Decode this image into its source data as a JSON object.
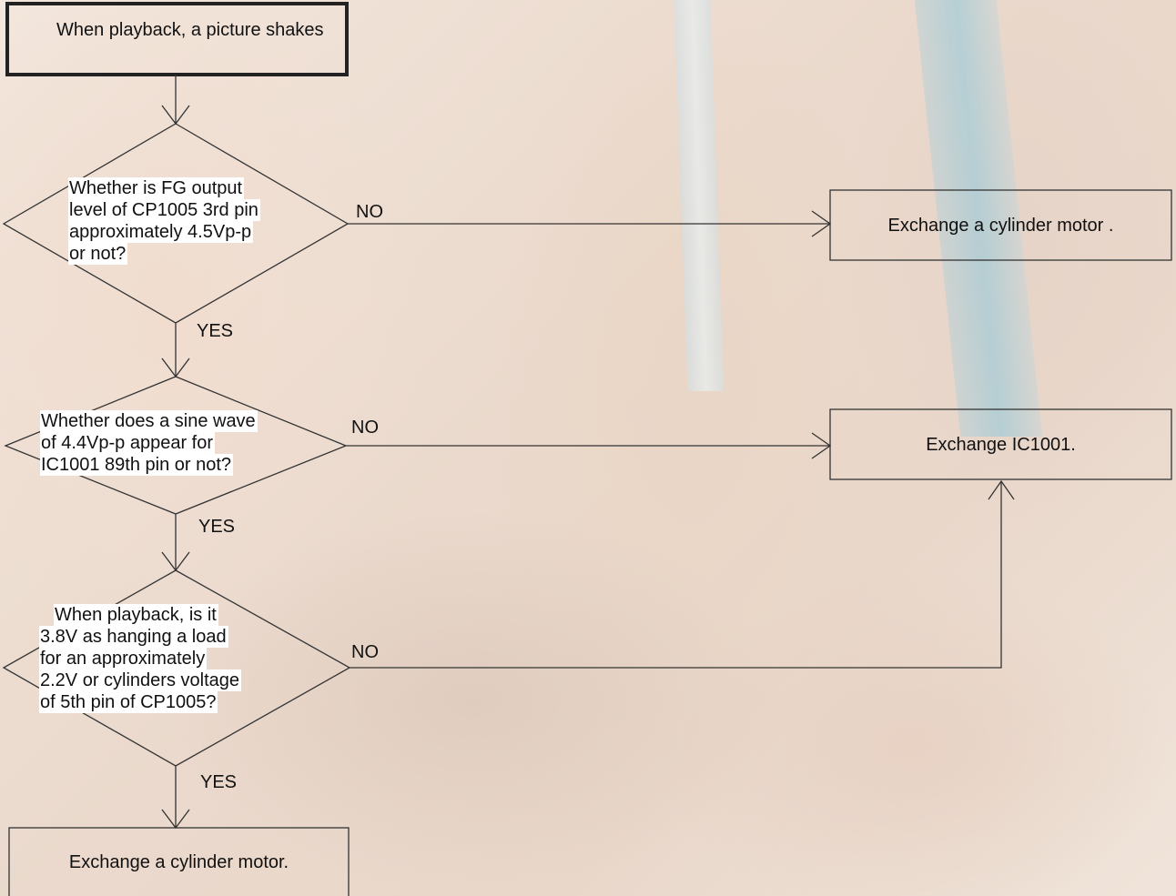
{
  "nodes": {
    "start": "When playback, a picture shakes",
    "q1": [
      "Whether is FG output",
      "level of CP1005 3rd pin",
      "approximately 4.5Vp-p",
      "or not?"
    ],
    "q2": [
      "Whether does a sine wave",
      "of 4.4Vp-p appear for",
      "IC1001 89th pin or not?"
    ],
    "q3": [
      "When playback, is it",
      "3.8V as hanging a load",
      "for an approximately",
      "2.2V or cylinders voltage",
      "of 5th pin of CP1005?"
    ],
    "action_motor_top": "Exchange a cylinder motor .",
    "action_ic": "Exchange IC1001.",
    "action_motor_bottom": "Exchange a cylinder motor."
  },
  "edges": {
    "q1_no": "NO",
    "q1_yes": "YES",
    "q2_no": "NO",
    "q2_yes": "YES",
    "q3_no": "NO",
    "q3_yes": "YES"
  }
}
